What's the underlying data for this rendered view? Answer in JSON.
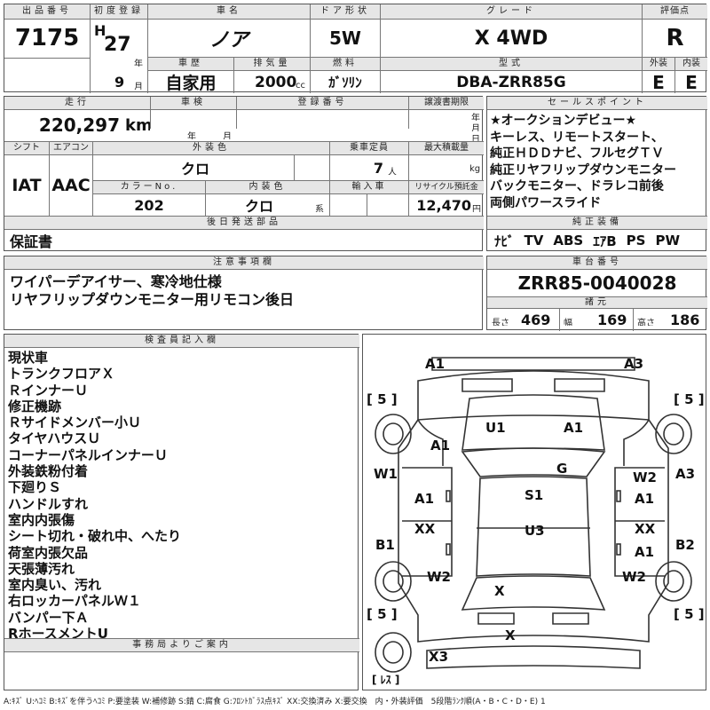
{
  "header": {
    "lot_label": "出品番号",
    "lot_value": "7175",
    "first_reg_label": "初度登録",
    "era": "H",
    "year_value": "27",
    "year_unit": "年",
    "month_value": "9",
    "month_unit": "月",
    "car_name_label": "車名",
    "car_name_value": "ノア",
    "door_label": "ドア形状",
    "door_value": "5W",
    "grade_label": "グレード",
    "grade_value": "X 4WD",
    "score_label": "評価点",
    "score_value": "R",
    "history_label": "車歴",
    "history_value": "自家用",
    "displacement_label": "排気量",
    "displacement_value": "2000",
    "displacement_unit": "cc",
    "fuel_label": "燃料",
    "fuel_value": "ｶﾞｿﾘﾝ",
    "model_label": "型式",
    "model_value": "DBA-ZRR85G",
    "ext_label": "外装",
    "ext_value": "E",
    "int_label": "内装",
    "int_value": "E"
  },
  "details": {
    "mileage_label": "走行",
    "mileage_value": "220,297",
    "mileage_unit": "km",
    "inspection_label": "車検",
    "inspection_year_unit": "年",
    "inspection_month_unit": "月",
    "plate_label": "登録番号",
    "transfer_label": "譲渡書期限",
    "transfer_year_unit": "年",
    "transfer_month_unit": "月",
    "transfer_day_unit": "日",
    "shift_label": "シフト",
    "shift_value": "IAT",
    "ac_label": "エアコン",
    "ac_value": "AAC",
    "color_label": "外装色",
    "color_value": "クロ",
    "capacity_label": "乗車定員",
    "capacity_value": "7",
    "capacity_unit": "人",
    "load_label": "最大積載量",
    "load_unit": "kg",
    "color_no_label": "カラーNo.",
    "color_no_value": "202",
    "interior_color_label": "内装色",
    "interior_color_value": "クロ",
    "interior_color_unit": "系",
    "import_label": "輸入車",
    "recycle_label": "リサイクル預託金",
    "recycle_value": "12,470",
    "recycle_unit": "円",
    "later_parts_label": "後日発送部品",
    "later_parts_value": "保証書"
  },
  "sales_points": {
    "label": "セールスポイント",
    "lines": [
      "★オークションデビュー★",
      "キーレス、リモートスタート、",
      "純正ＨＤＤナビ、フルセグＴＶ",
      "純正リヤフリップダウンモニター",
      "バックモニター、ドラレコ前後",
      "両側パワースライド"
    ]
  },
  "equipment": {
    "label": "純正装備",
    "items": [
      "ﾅﾋﾞ",
      "TV",
      "ABS",
      "ｴｱB",
      "PS",
      "PW"
    ]
  },
  "notes": {
    "label": "注意事項欄",
    "lines": [
      "ワイパーデアイサー、寒冷地仕様",
      "リヤフリップダウンモニター用リモコン後日"
    ]
  },
  "chassis": {
    "label": "車台番号",
    "value": "ZRR85-0040028",
    "dims_label": "諸元",
    "length_label": "長さ",
    "length_value": "469",
    "width_label": "幅",
    "width_value": "169",
    "height_label": "高さ",
    "height_value": "186"
  },
  "inspector": {
    "label": "検査員記入欄",
    "lines": [
      "現状車",
      "トランクフロアＸ",
      "ＲインナーＵ",
      "修正機跡",
      "Ｒサイドメンバー小Ｕ",
      "タイヤハウスＵ",
      "コーナーパネルインナーＵ",
      "外装鉄粉付着",
      "下廻りＳ",
      "ハンドルすれ",
      "室内内張傷",
      "シート切れ・破れ中、へたり",
      "荷室内張欠品",
      "天張薄汚れ",
      "室内臭い、汚れ",
      "右ロッカーパネルＷ１",
      "バンパー下Ａ",
      "RホースメントU"
    ]
  },
  "office": {
    "label": "事務局よりご案内"
  },
  "diagram": {
    "marks": [
      {
        "text": "A1",
        "pos": "front-bumper-left"
      },
      {
        "text": "A3",
        "pos": "front-bumper-right"
      },
      {
        "text": "[ 5 ]",
        "pos": "tire-fl"
      },
      {
        "text": "[ 5 ]",
        "pos": "tire-fr"
      },
      {
        "text": "U1",
        "pos": "hood-left"
      },
      {
        "text": "A1",
        "pos": "hood-right"
      },
      {
        "text": "A1",
        "pos": "front-fender-left"
      },
      {
        "text": "G",
        "pos": "windshield"
      },
      {
        "text": "W1",
        "pos": "left-pillar"
      },
      {
        "text": "W2",
        "pos": "right-pillar"
      },
      {
        "text": "A3",
        "pos": "right-edge"
      },
      {
        "text": "A1",
        "pos": "left-front-door"
      },
      {
        "text": "S1",
        "pos": "roof-front"
      },
      {
        "text": "A1",
        "pos": "right-front-door"
      },
      {
        "text": "XX",
        "pos": "left-rear-door"
      },
      {
        "text": "U3",
        "pos": "roof-rear"
      },
      {
        "text": "XX",
        "pos": "right-rear-door"
      },
      {
        "text": "B1",
        "pos": "left-quarter"
      },
      {
        "text": "A1",
        "pos": "right-rear-lower"
      },
      {
        "text": "B2",
        "pos": "right-quarter"
      },
      {
        "text": "W2",
        "pos": "left-rear-fender"
      },
      {
        "text": "W2",
        "pos": "right-rear-fender"
      },
      {
        "text": "X",
        "pos": "rear-roof"
      },
      {
        "text": "[ 5 ]",
        "pos": "tire-rl"
      },
      {
        "text": "[ 5 ]",
        "pos": "tire-rr"
      },
      {
        "text": "X",
        "pos": "tailgate"
      },
      {
        "text": "X3",
        "pos": "rear-bumper"
      },
      {
        "text": "[ ﾚｽ ]",
        "pos": "spare-tire"
      }
    ]
  },
  "legend": "A:ｷｽﾞ U:ﾍｺﾐ B:ｷｽﾞを伴うﾍｺﾐ P:要塗装 W:補修跡 S:錆 C:腐食 G:ﾌﾛﾝﾄｶﾞﾗｽ点ｷｽﾞ XX:交換済み X:要交換　内・外装評価　5段階ﾗﾝｸ順(A・B・C・D・E) 1"
}
